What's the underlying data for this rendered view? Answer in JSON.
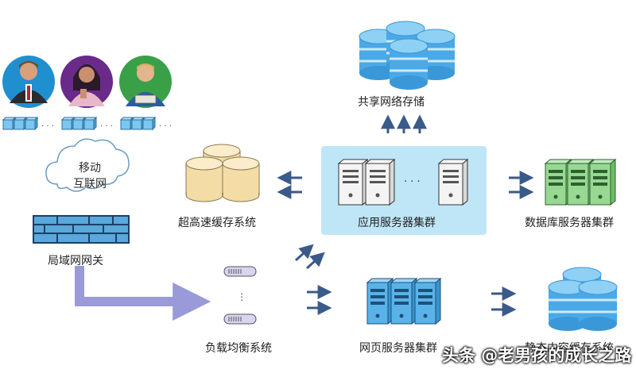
{
  "labels": {
    "shared_storage": "共享网络存储",
    "cache_system": "超高速缓存系统",
    "app_cluster": "应用服务器集群",
    "db_cluster": "数据库服务器集群",
    "gateway": "局域网网关",
    "load_balancer": "负载均衡系统",
    "web_cluster": "网页服务器集群",
    "static_cache": "静态内容缓存系统",
    "cloud_line1": "移动",
    "cloud_line2": "互联网",
    "ellipsis": "· · ·"
  },
  "watermark": "头条 @老男孩的成长之路",
  "colors": {
    "panel": "#bfe6f7",
    "arrow": "#3a5a8a",
    "big_arrow": "#8f8fd0",
    "db_blue": "#3aa6e6",
    "db_cream": "#f3dba3",
    "server_green": "#8fd48c",
    "server_blue": "#4aa8e0"
  },
  "icons": [
    "avatar-man-icon",
    "avatar-woman-icon",
    "avatar-businessman-icon",
    "device-row-icon",
    "cloud-icon",
    "firewall-icon",
    "database-icon",
    "server-icon",
    "switch-icon",
    "arrow-icon"
  ]
}
